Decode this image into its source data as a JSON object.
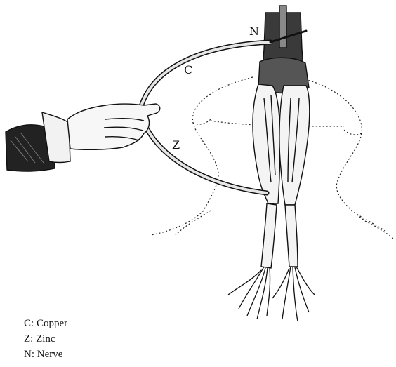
{
  "figure": {
    "labels": {
      "copper_letter": "C",
      "zinc_letter": "Z",
      "nerve_letter": "N"
    },
    "legend": [
      {
        "key": "C",
        "sep": ": ",
        "text": "Copper"
      },
      {
        "key": "Z",
        "sep": ": ",
        "text": "Zinc"
      },
      {
        "key": "N",
        "sep": ": ",
        "text": "Nerve"
      }
    ]
  }
}
